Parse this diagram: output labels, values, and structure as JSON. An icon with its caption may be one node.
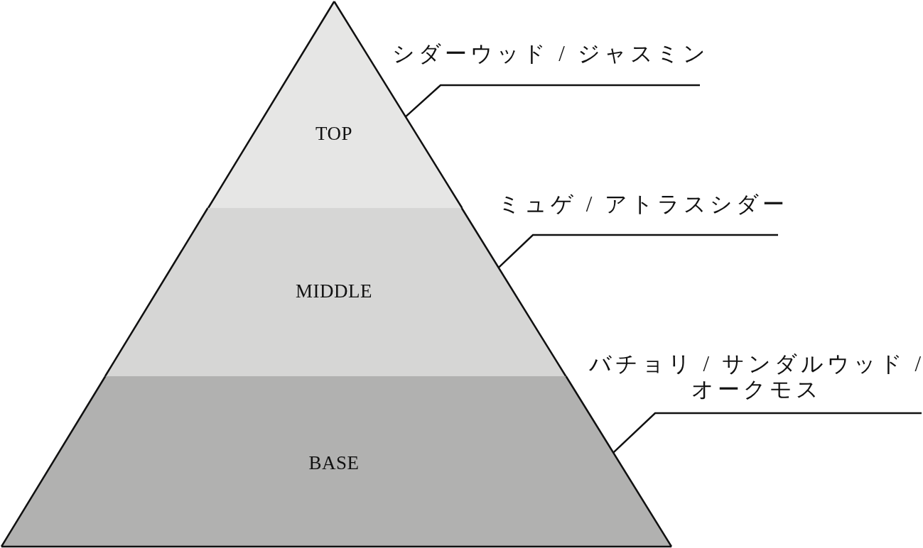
{
  "diagram": {
    "nodes": [
      {
        "text": [
          "TOP"
        ]
      },
      {
        "text": [
          "MIDDLE"
        ]
      },
      {
        "text": [
          "BASE"
        ]
      },
      {
        "text": [
          "シダーウッド / ジャスミン"
        ]
      },
      {
        "text": [
          "ミュゲ / アトラスシダー"
        ]
      },
      {
        "text": [
          "バチョリ / サンダルウッド / オークモス"
        ]
      }
    ],
    "edges": [
      {
        "from": 3,
        "to": 0,
        "arrow": "none"
      },
      {
        "from": 4,
        "to": 1,
        "arrow": "none"
      },
      {
        "from": 5,
        "to": 2,
        "arrow": "none"
      }
    ]
  }
}
